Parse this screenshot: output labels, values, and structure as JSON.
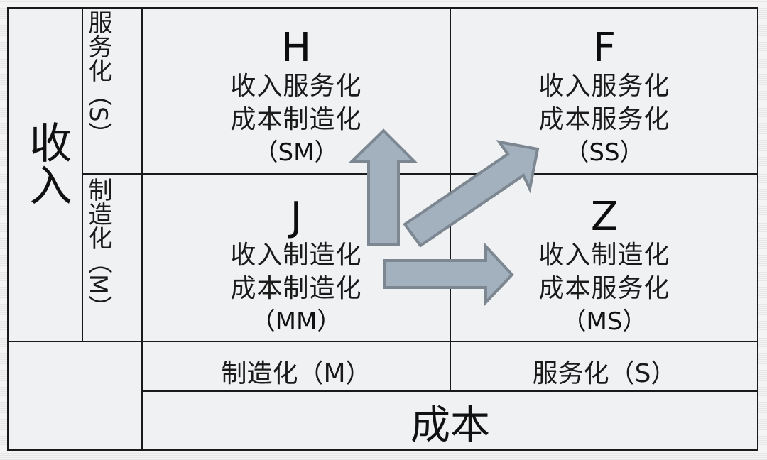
{
  "axes": {
    "revenue_label": "收入",
    "cost_label": "成本",
    "revenue_service": "服务化（S）",
    "revenue_manufacturing": "制造化（M）",
    "cost_manufacturing": "制造化（M）",
    "cost_service": "服务化（S）"
  },
  "quadrants": {
    "H": {
      "letter": "H",
      "revenue": "收入服务化",
      "cost": "成本制造化",
      "code": "（SM）"
    },
    "F": {
      "letter": "F",
      "revenue": "收入服务化",
      "cost": "成本服务化",
      "code": "（SS）"
    },
    "J": {
      "letter": "J",
      "revenue": "收入制造化",
      "cost": "成本制造化",
      "code": "（MM）"
    },
    "Z": {
      "letter": "Z",
      "revenue": "收入制造化",
      "cost": "成本服务化",
      "code": "（MS）"
    }
  },
  "transitions": [
    {
      "from": "J",
      "to": "H",
      "direction": "up"
    },
    {
      "from": "J",
      "to": "F",
      "direction": "diagonal"
    },
    {
      "from": "J",
      "to": "Z",
      "direction": "right"
    }
  ],
  "colors": {
    "arrow_fill": "#A3B1BF",
    "arrow_stroke": "#7C8791",
    "panel_bg": "#F0F1F3",
    "grid_line": "#1a1a1a"
  }
}
